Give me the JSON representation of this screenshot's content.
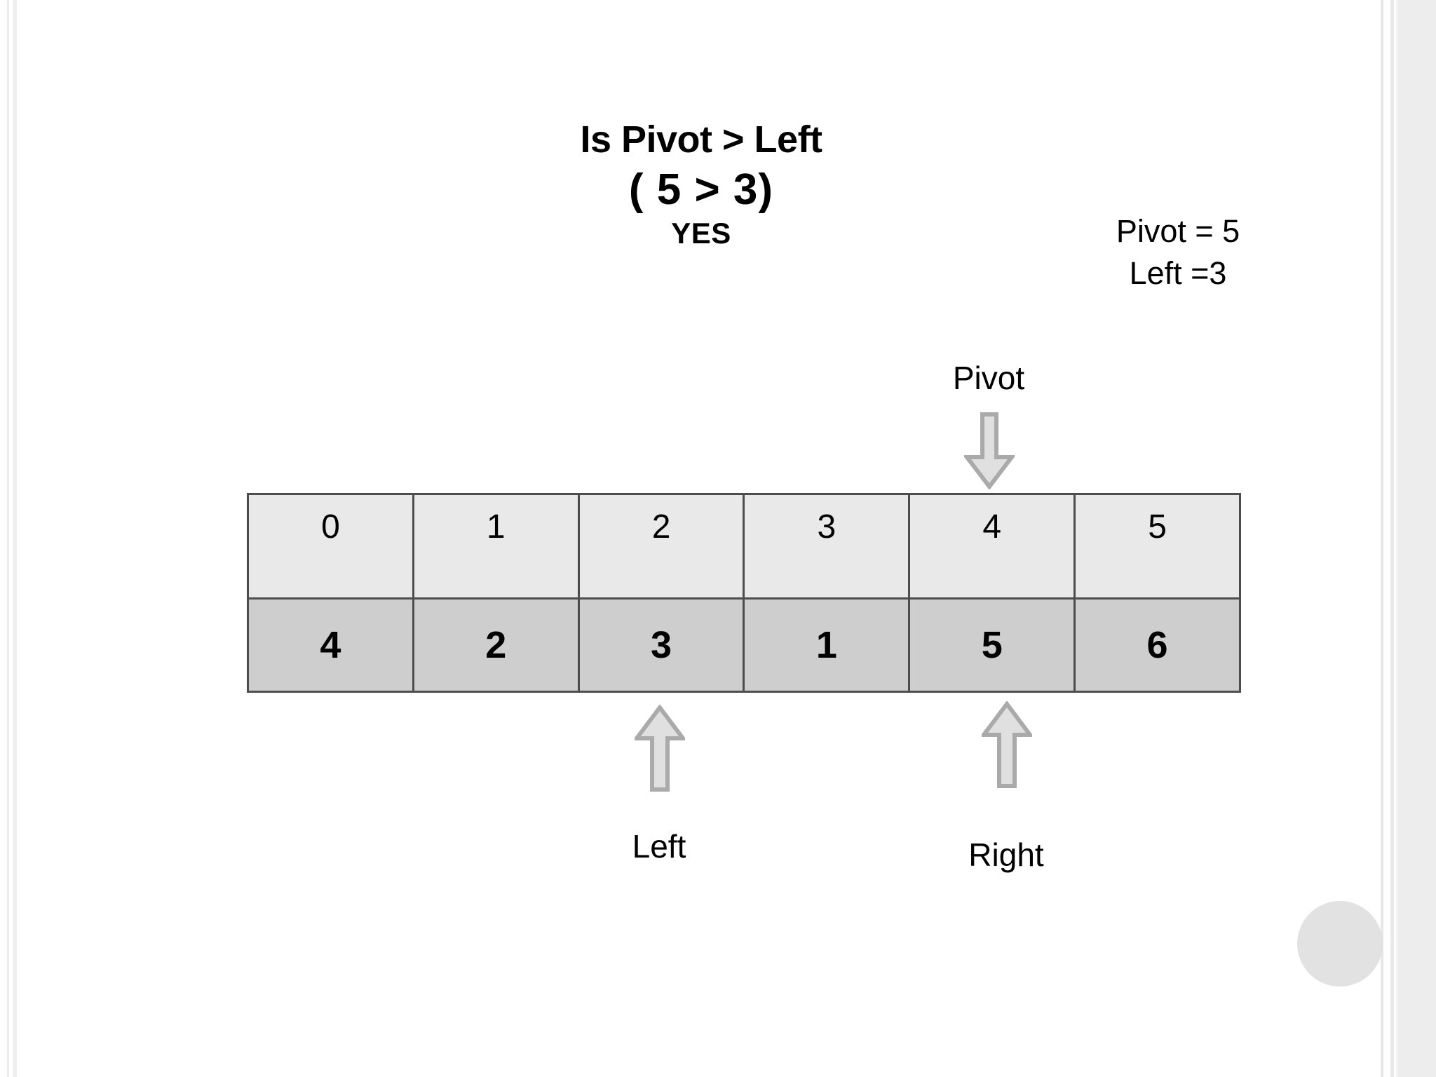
{
  "slide": {
    "title": "Is Pivot > Left",
    "heading": {
      "question": "Is Pivot > Left",
      "comparison": "( 5 > 3)",
      "answer": "YES"
    },
    "variables": {
      "pivot": "Pivot = 5",
      "left": "Left =3"
    },
    "pointers": {
      "pivot_label": "Pivot",
      "left_label": "Left",
      "right_label": "Right"
    },
    "array": {
      "indices": [
        "0",
        "1",
        "2",
        "3",
        "4",
        "5"
      ],
      "values": [
        "4",
        "2",
        "3",
        "1",
        "5",
        "6"
      ]
    },
    "icons": {
      "pivot_arrow": "arrow-down-icon",
      "left_arrow": "arrow-up-icon",
      "right_arrow": "arrow-up-icon",
      "corner_dot": "circle-icon"
    },
    "colors": {
      "index_row_fill": "#e9e9e9",
      "value_row_fill": "#cecece",
      "cell_border": "#4d4d4d",
      "arrow_fill": "#e0e0e0",
      "arrow_stroke": "#aaaaaa",
      "text": "#000000",
      "background": "#ffffff",
      "corner_dot": "#e2e2e2"
    }
  }
}
